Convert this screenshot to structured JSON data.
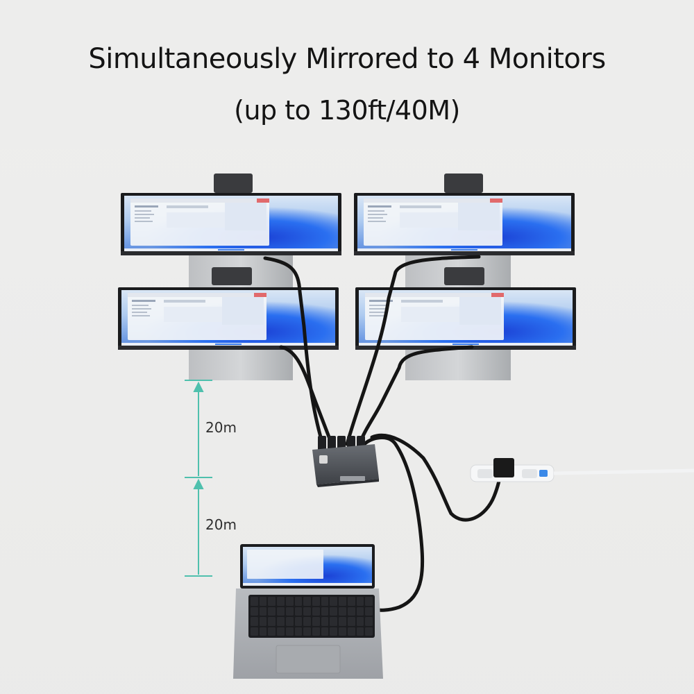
{
  "headline": {
    "line1": "Simultaneously Mirrored to 4 Monitors",
    "line2": "(up to 130ft/40M)"
  },
  "distance": {
    "upper_label": "20m",
    "lower_label": "20m"
  },
  "colors": {
    "background": "#ededec",
    "measure_line": "#4fc0ad",
    "cable": "#151515",
    "splitter_body": "#4a4d52",
    "wallpaper_blue": "#1f5fe0"
  },
  "icons": [
    "monitor-icon",
    "laptop-icon",
    "hdmi-splitter-icon",
    "power-strip-icon",
    "cable-icon",
    "up-arrow-icon"
  ]
}
